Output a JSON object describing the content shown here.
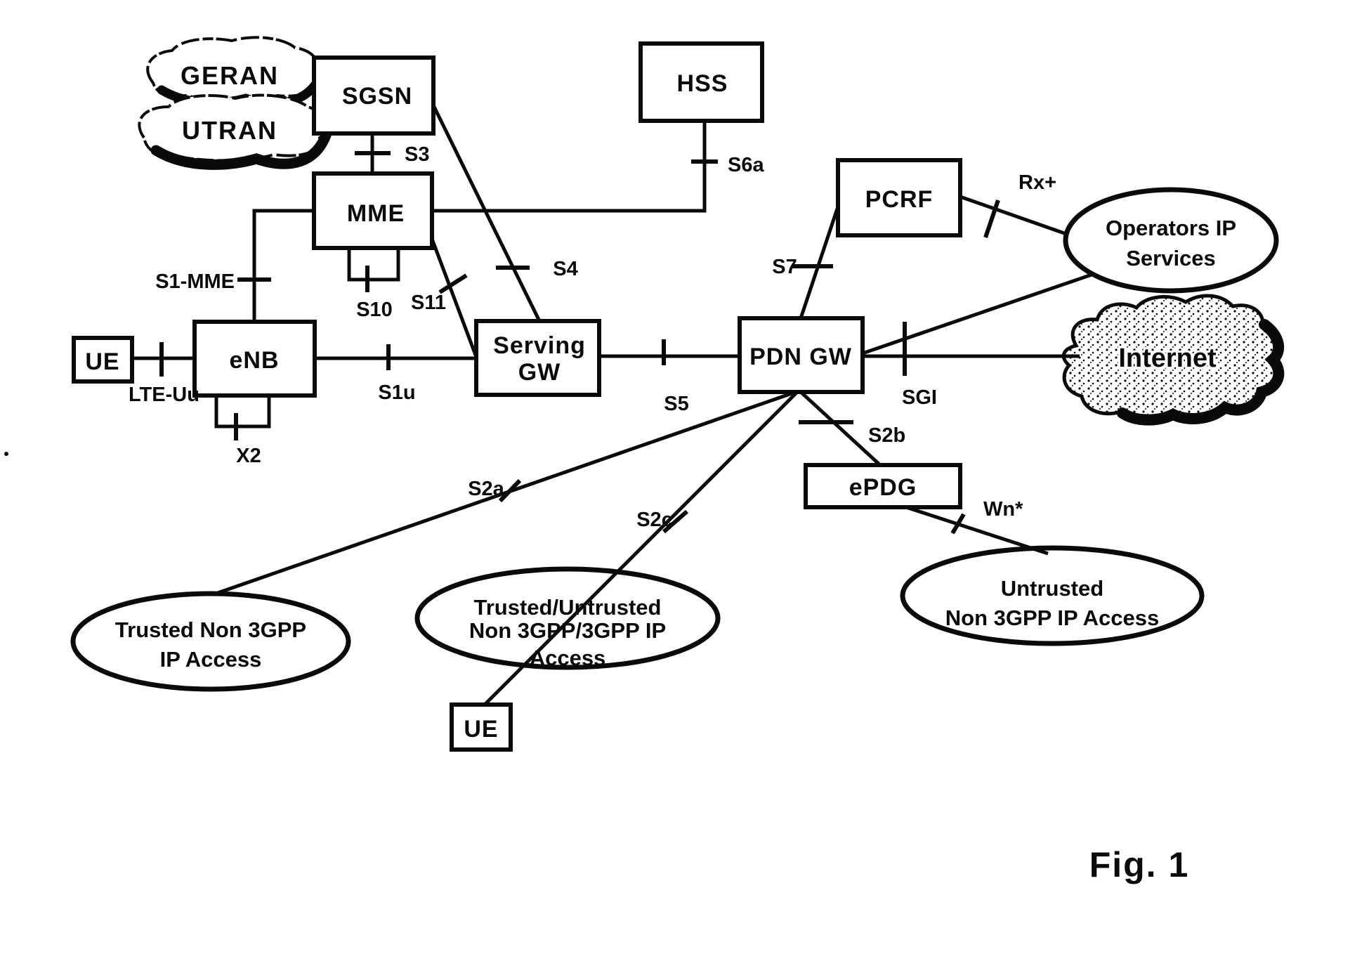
{
  "figure_caption": "Fig. 1",
  "nodes": {
    "geran": {
      "label": "GERAN"
    },
    "utran": {
      "label": "UTRAN"
    },
    "sgsn": {
      "label": "SGSN"
    },
    "hss": {
      "label": "HSS"
    },
    "mme": {
      "label": "MME"
    },
    "pcrf": {
      "label": "PCRF"
    },
    "serving_gw": {
      "label_line1": "Serving",
      "label_line2": "GW"
    },
    "pdn_gw": {
      "label": "PDN GW"
    },
    "epdg": {
      "label": "ePDG"
    },
    "ue_left": {
      "label": "UE"
    },
    "ue_bottom": {
      "label": "UE"
    },
    "operators_ip_services": {
      "label_line1": "Operators IP",
      "label_line2": "Services"
    },
    "internet": {
      "label": "Internet"
    },
    "trusted_non3gpp": {
      "label_line1": "Trusted Non 3GPP",
      "label_line2": "IP Access"
    },
    "trusted_untrusted_access": {
      "label_line1": "Trusted/Untrusted",
      "label_line2": "Non 3GPP/3GPP IP",
      "label_line3": "Access"
    },
    "untrusted_non3gpp": {
      "label_line1": "Untrusted",
      "label_line2": "Non 3GPP IP Access"
    }
  },
  "interfaces": {
    "s3": "S3",
    "s4": "S4",
    "s6a": "S6a",
    "s10": "S10",
    "s11": "S11",
    "s1_mme": "S1-MME",
    "lte_uu": "LTE-Uu",
    "x2": "X2",
    "s1u": "S1u",
    "s5": "S5",
    "s7": "S7",
    "rx_plus": "Rx+",
    "sgi": "SGI",
    "s2a": "S2a",
    "s2b": "S2b",
    "s2c": "S2c",
    "wn_star": "Wn*"
  },
  "colors": {
    "ink": "#0a0a0a",
    "paper": "#ffffff"
  }
}
